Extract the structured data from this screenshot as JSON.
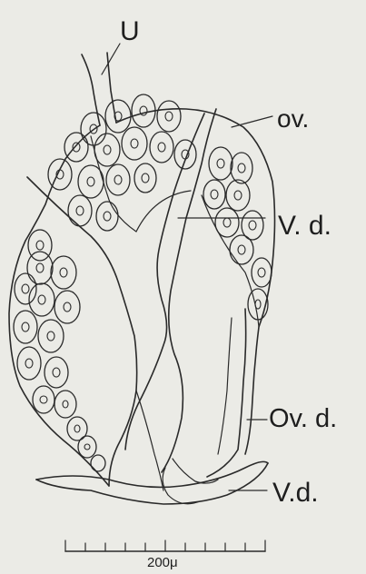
{
  "figure": {
    "labels": {
      "u": "U",
      "ov": "ov.",
      "vd_upper": "V. d.",
      "ovd": "Ov. d.",
      "vd_lower": "V.d."
    },
    "scale_bar": {
      "label": "200μ",
      "value": 200,
      "unit": "μ"
    },
    "ink_color": "#2a2a2a",
    "paper_color": "#ebebe6"
  }
}
